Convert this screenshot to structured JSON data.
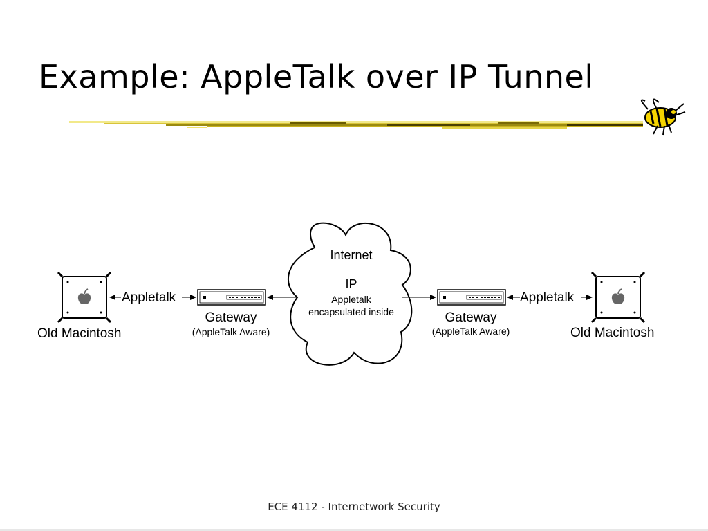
{
  "slide": {
    "title": "Example: AppleTalk over IP Tunnel",
    "footer": "ECE 4112 - Internetwork Security"
  },
  "diagram": {
    "cloud": {
      "label": "Internet",
      "protocol": "IP",
      "payload_line1": "Appletalk",
      "payload_line2": "encapsulated inside"
    },
    "left_host": {
      "label": "Old Macintosh",
      "icon": "mac-computer-icon"
    },
    "right_host": {
      "label": "Old Macintosh",
      "icon": "mac-computer-icon"
    },
    "left_link": {
      "label": "Appletalk"
    },
    "right_link": {
      "label": "Appletalk"
    },
    "left_gateway": {
      "label": "Gateway",
      "sublabel": "(AppleTalk Aware)",
      "icon": "router-icon"
    },
    "right_gateway": {
      "label": "Gateway",
      "sublabel": "(AppleTalk Aware)",
      "icon": "router-icon"
    }
  },
  "colors": {
    "accent": "#c9b21e",
    "accent_dark": "#6b5c00",
    "line": "#000000"
  },
  "logo": {
    "icon": "yellow-jacket-logo-icon"
  }
}
